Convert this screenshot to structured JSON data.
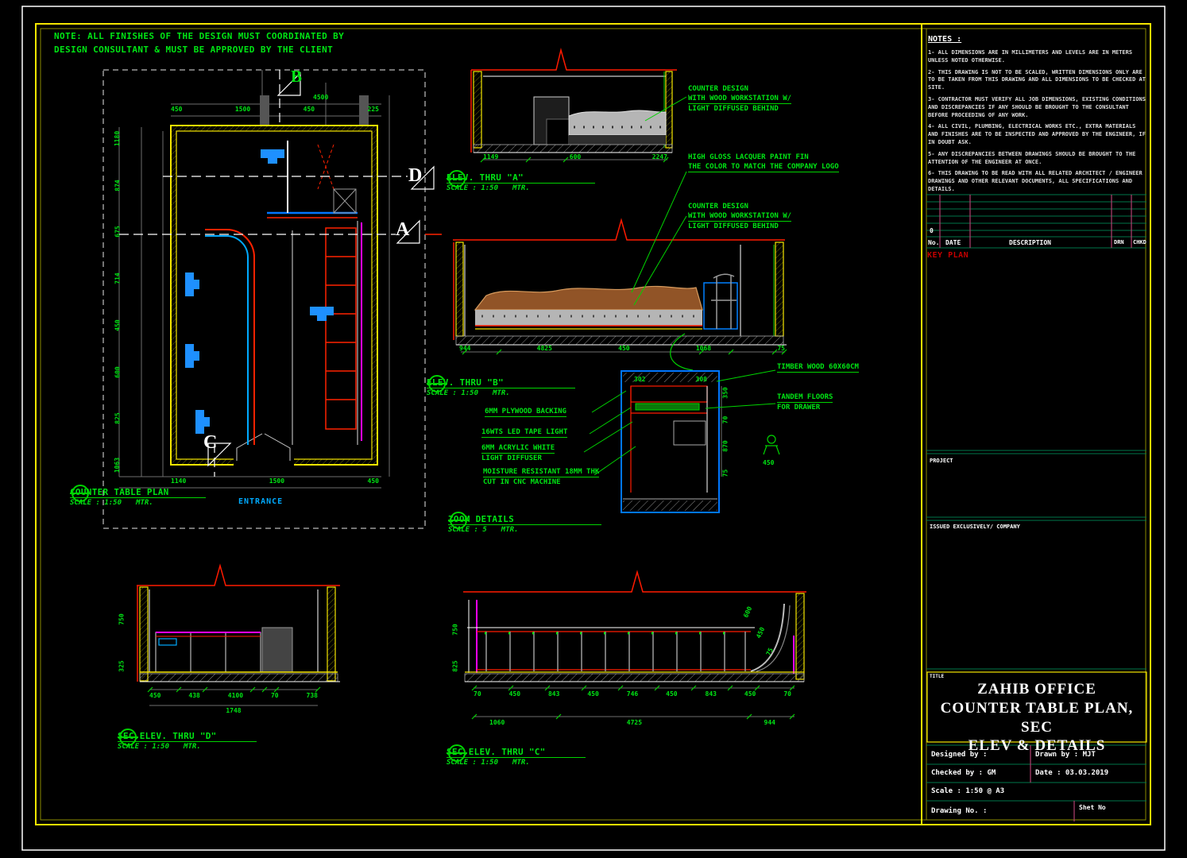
{
  "top_note": {
    "line1": "NOTE: ALL FINISHES OF THE DESIGN MUST COORDINATED BY",
    "line2": "DESIGN CONSULTANT & MUST BE APPROVED BY THE CLIENT"
  },
  "labels": {
    "plan": {
      "title": "COUNTER TABLE PLAN",
      "scale": "SCALE : 1:50",
      "unit": "MTR."
    },
    "elev_a": {
      "title": "ELEV. THRU \"A\"",
      "scale": "SCALE : 1:50",
      "unit": "MTR."
    },
    "elev_b": {
      "title": "ELEV. THRU \"B\"",
      "scale": "SCALE : 1:50",
      "unit": "MTR."
    },
    "zoom": {
      "title": "ZOOM DETAILS",
      "scale": "SCALE : 5",
      "unit": "MTR."
    },
    "sec_d": {
      "title": "SEC.ELEV. THRU \"D\"",
      "scale": "SCALE : 1:50",
      "unit": "MTR."
    },
    "sec_c": {
      "title": "SEC.ELEV. THRU \"C\"",
      "scale": "SCALE : 1:50",
      "unit": "MTR."
    }
  },
  "plan": {
    "entrance": "ENTRANCE",
    "markers": {
      "a": "A",
      "b": "B",
      "c": "C",
      "d": "D"
    },
    "dims_left": [
      "1180",
      "874",
      "675",
      "714",
      "450",
      "600",
      "825",
      "1063"
    ],
    "dims_top": [
      "450",
      "1500",
      "450",
      "225"
    ],
    "dim_4500": "4500",
    "dims_bottom": [
      "1140",
      "1500",
      "450"
    ]
  },
  "elev_a": {
    "dims": [
      "1149",
      "600",
      "2247"
    ]
  },
  "elev_b": {
    "dims": [
      "944",
      "4825",
      "450",
      "1068",
      "75"
    ]
  },
  "zoom_details": {
    "dims_top": [
      "302",
      "308"
    ],
    "dims_right": [
      "350",
      "70",
      "870",
      "75"
    ],
    "stool_dim": "450"
  },
  "sec_d": {
    "dims_row1": [
      "450",
      "438",
      "4100",
      "70",
      "738"
    ],
    "dims_row2": [
      "1748"
    ],
    "dims_left": [
      "750",
      "325"
    ]
  },
  "sec_c": {
    "dims_row1": [
      "70",
      "450",
      "843",
      "450",
      "746",
      "450",
      "843",
      "450",
      "70"
    ],
    "dims_row2": [
      "1060",
      "4725",
      "944"
    ],
    "dims_rot": [
      "600",
      "450",
      "75"
    ],
    "dims_left": [
      "750",
      "825"
    ]
  },
  "annotations": {
    "counter_design": [
      "COUNTER DESIGN",
      "WITH WOOD WORKSTATION W/",
      "LIGHT DIFFUSED BEHIND"
    ],
    "gloss": [
      "HIGH GLOSS LACQUER PAINT FIN",
      "THE COLOR TO MATCH THE COMPANY LOGO"
    ],
    "timber": "TIMBER WOOD 60X60CM",
    "tandem": [
      "TANDEM FLOORS",
      "FOR DRAWER"
    ],
    "plywood": "6MM PLYWOOD BACKING",
    "led": "16WTS LED TAPE LIGHT",
    "acrylic": [
      "6MM ACRYLIC WHITE",
      "LIGHT DIFFUSER"
    ],
    "moisture": [
      "MOISTURE RESISTANT 18MM THK",
      "CUT IN CNC MACHINE"
    ]
  },
  "titleblock": {
    "notes_title": "NOTES :",
    "notes": [
      "1- ALL DIMENSIONS ARE IN MILLIMETERS AND LEVELS ARE IN METERS UNLESS NOTED OTHERWISE.",
      "2- THIS DRAWING IS NOT TO BE SCALED, WRITTEN DIMENSIONS ONLY ARE TO BE TAKEN FROM THIS DRAWING AND ALL DIMENSIONS TO BE CHECKED AT SITE.",
      "3- CONTRACTOR MUST VERIFY ALL JOB DIMENSIONS, EXISTING CONDITIONS AND DISCREPANCIES IF ANY SHOULD BE BROUGHT TO THE CONSULTANT BEFORE PROCEEDING OF ANY WORK.",
      "4- ALL CIVIL, PLUMBING, ELECTRICAL WORKS ETC., EXTRA MATERIALS AND FINISHES ARE TO BE INSPECTED AND APPROVED BY THE ENGINEER, IF IN DOUBT ASK.",
      "5- ANY DISCREPANCIES BETWEEN DRAWINGS SHOULD BE BROUGHT TO THE ATTENTION OF THE ENGINEER AT ONCE.",
      "6- THIS DRAWING TO BE READ WITH ALL RELATED ARCHITECT / ENGINEER DRAWINGS AND OTHER RELEVANT DOCUMENTS, ALL SPECIFICATIONS AND DETAILS."
    ],
    "rev_headers": {
      "no": "No.",
      "date": "DATE",
      "description": "DESCRIPTION",
      "drn": "DRN",
      "chkd": "CHKD"
    },
    "rev_zero": "0",
    "key_plan": "KEY PLAN",
    "project_label": "PROJECT",
    "issued_label": "ISSUED EXCLUSIVELY/ COMPANY",
    "title_label": "TITLE",
    "title_lines": [
      "ZAHIB OFFICE",
      "COUNTER TABLE PLAN, SEC",
      "ELEV & DETAILS"
    ],
    "fields": {
      "designed_by": "Designed by :",
      "drawn_by": "Drawn by : MJT",
      "checked_by": "Checked by : GM",
      "date": "Date : 03.03.2019",
      "scale": "Scale : 1:50 @ A3",
      "drawing_no": "Drawing No. :",
      "sheet_no": "Shet No"
    }
  }
}
